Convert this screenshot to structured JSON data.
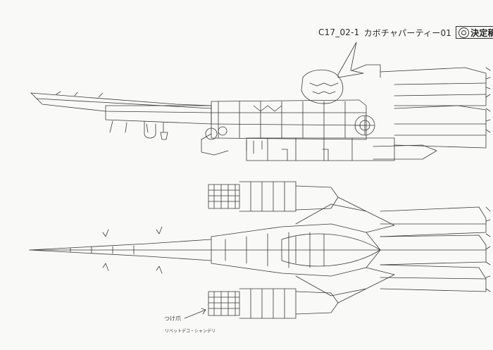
{
  "header": {
    "code": "C17_02-1",
    "title": "カボチャパーティー01",
    "stamp_label": "決定稿"
  },
  "annotation": {
    "line1": "つけ爪",
    "line2": "リベットデコ・シャンデリ"
  }
}
